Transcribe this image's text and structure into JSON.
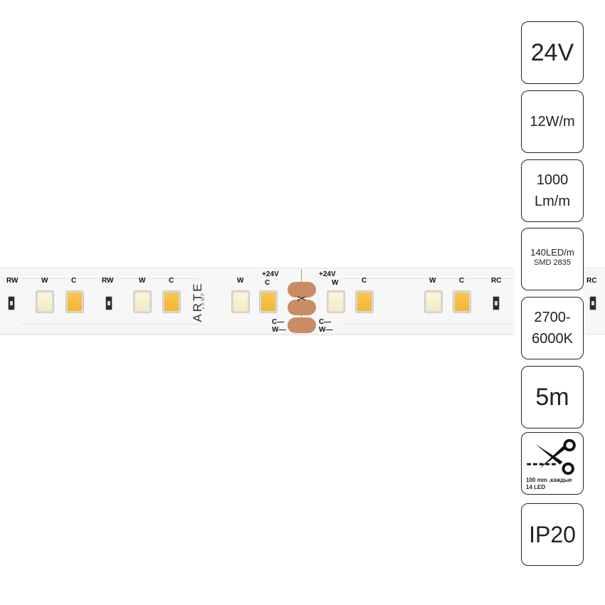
{
  "strip": {
    "brand_main": "ARTE",
    "brand_sub": "LAMP",
    "labels": {
      "rw": "RW",
      "w": "W",
      "c": "C",
      "rc": "RC",
      "plus24": "+24V",
      "c_minus": "C—",
      "w_minus": "W—"
    },
    "colors": {
      "warm_led": "#f2b533",
      "cool_led": "#f8f1d0",
      "pad": "#c98c64"
    }
  },
  "specs": {
    "voltage": "24V",
    "power": "12W/m",
    "lumen_line1": "1000",
    "lumen_line2": "Lm/m",
    "led_line1": "140LED/m",
    "led_line2": "SMD 2835",
    "cct_line1": "2700-",
    "cct_line2": "6000K",
    "length": "5m",
    "cut_line1": "100 mm ,каждые",
    "cut_line2": "14 LED",
    "ip": "IP20",
    "cut_icon": "scissors-icon"
  }
}
